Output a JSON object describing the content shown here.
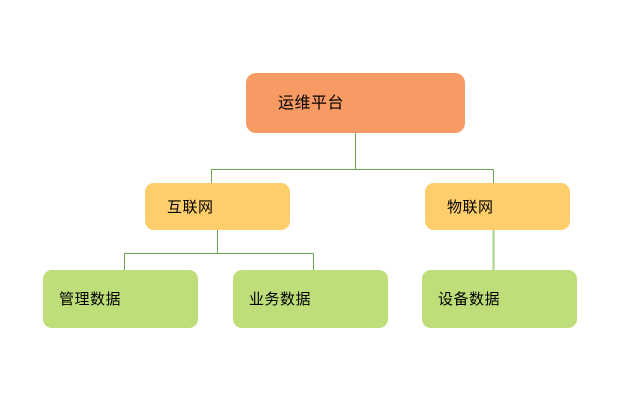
{
  "diagram": {
    "type": "tree-hierarchy",
    "background_color": "#FFFFFF",
    "connector_color": "#6AA84F",
    "nodes": {
      "root": {
        "label": "运维平台",
        "level": 1,
        "fill_color": "#F79A63"
      },
      "level2": [
        {
          "id": "internet",
          "label": "互联网",
          "fill_color": "#FFCE6C"
        },
        {
          "id": "iot",
          "label": "物联网",
          "fill_color": "#FFCE6C"
        }
      ],
      "level3": [
        {
          "id": "manage-data",
          "label": "管理数据",
          "parent": "internet",
          "fill_color": "#BDDE78"
        },
        {
          "id": "business-data",
          "label": "业务数据",
          "parent": "internet",
          "fill_color": "#BDDE78"
        },
        {
          "id": "device-data",
          "label": "设备数据",
          "parent": "iot",
          "fill_color": "#BDDE78"
        }
      ]
    },
    "edges": [
      {
        "from": "root",
        "to": "internet"
      },
      {
        "from": "root",
        "to": "iot"
      },
      {
        "from": "internet",
        "to": "manage-data"
      },
      {
        "from": "internet",
        "to": "business-data"
      },
      {
        "from": "iot",
        "to": "device-data"
      }
    ]
  }
}
